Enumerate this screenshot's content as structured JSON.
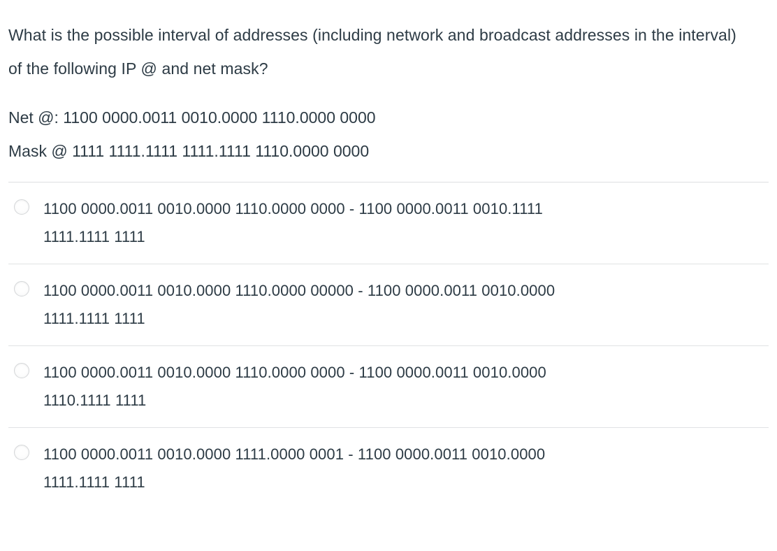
{
  "question": {
    "prompt": "What is the possible interval of addresses (including network and broadcast addresses in the interval) of the following IP @ and net mask?",
    "net_line": "Net @:  1100 0000.0011 0010.0000 1110.0000 0000",
    "mask_line": "Mask @ 1111 1111.1111 1111.1111 1110.0000 0000"
  },
  "answers": [
    {
      "line1": "1100 0000.0011 0010.0000 1110.0000 0000 - 1100 0000.0011 0010.1111",
      "line2": "1111.1111 1111",
      "selected": false
    },
    {
      "line1": "1100 0000.0011 0010.0000 1110.0000 00000 - 1100 0000.0011 0010.0000",
      "line2": "1111.1111 1111",
      "selected": false
    },
    {
      "line1": "1100 0000.0011 0010.0000 1110.0000 0000 - 1100 0000.0011 0010.0000",
      "line2": "1110.1111 1111",
      "selected": false
    },
    {
      "line1": "1100 0000.0011 0010.0000 1111.0000 0001 - 1100 0000.0011 0010.0000",
      "line2": "1111.1111 1111",
      "selected": false
    }
  ],
  "colors": {
    "text": "#2d3b45",
    "separator": "#e0e2e4",
    "radio_border": "#d4d6d8",
    "background": "#ffffff"
  }
}
